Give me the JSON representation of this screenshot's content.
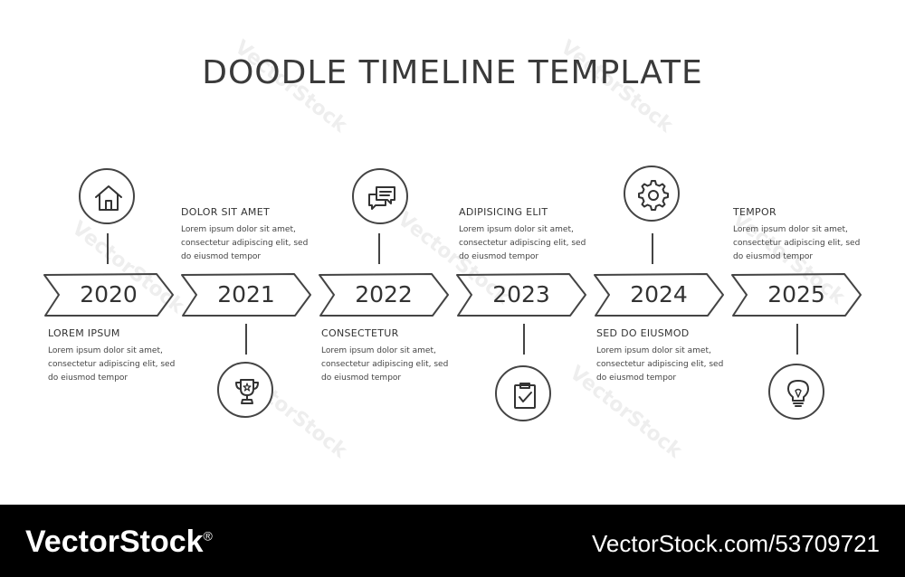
{
  "title": "DOODLE TIMELINE TEMPLATE",
  "milestones": [
    {
      "year": "2020",
      "icon": "home-icon",
      "heading": "LOREM IPSUM",
      "text": "Lorem ipsum dolor sit amet, consectetur adipiscing elit, sed do eiusmod tempor",
      "position": "below"
    },
    {
      "year": "2021",
      "icon": "trophy-icon",
      "heading": "DOLOR SIT AMET",
      "text": "Lorem ipsum dolor sit amet, consectetur adipiscing elit, sed do eiusmod tempor",
      "position": "above"
    },
    {
      "year": "2022",
      "icon": "chat-bubbles-icon",
      "heading": "CONSECTETUR",
      "text": "Lorem ipsum dolor sit amet, consectetur adipiscing elit, sed do eiusmod tempor",
      "position": "below"
    },
    {
      "year": "2023",
      "icon": "clipboard-check-icon",
      "heading": "ADIPISICING ELIT",
      "text": "Lorem ipsum dolor sit amet, consectetur adipiscing elit, sed do eiusmod tempor",
      "position": "above"
    },
    {
      "year": "2024",
      "icon": "gear-icon",
      "heading": "SED DO EIUSMOD",
      "text": "Lorem ipsum dolor sit amet, consectetur adipiscing elit, sed do eiusmod tempor",
      "position": "below"
    },
    {
      "year": "2025",
      "icon": "lightbulb-icon",
      "heading": "TEMPOR",
      "text": "Lorem ipsum dolor sit amet, consectetur adipiscing elit, sed do eiusmod tempor",
      "position": "above"
    }
  ],
  "watermark": "VectorStock",
  "footer": {
    "brand": "VectorStock",
    "brand_mark": "®",
    "credit": "VectorStock.com/53709721"
  },
  "colors": {
    "ink": "#3a3a3a",
    "footer_bg": "#000000",
    "footer_text": "#ffffff"
  }
}
